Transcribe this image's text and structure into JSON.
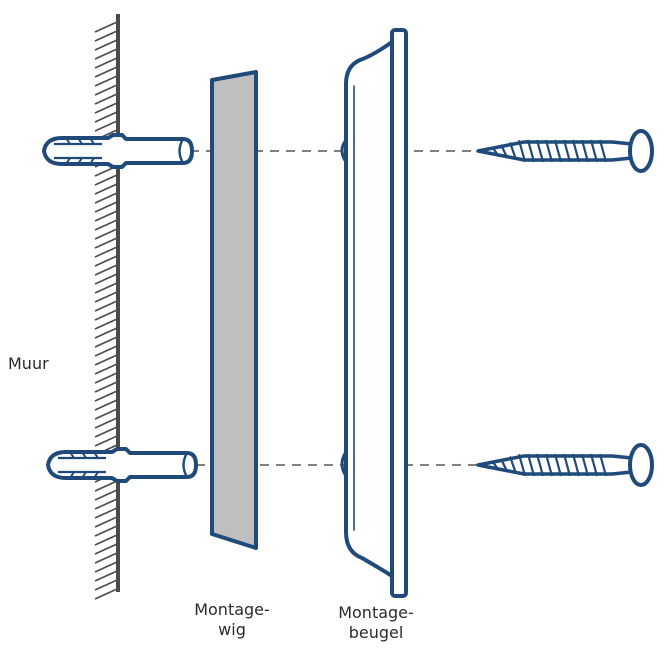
{
  "labels": {
    "wall": "Muur",
    "wedge_line1": "Montage-",
    "wedge_line2": "wig",
    "bracket_line1": "Montage-",
    "bracket_line2": "beugel"
  },
  "colors": {
    "stroke": "#1f4a7a",
    "wall": "#4a4a4a",
    "wedge_fill": "#bfbfbf",
    "guide_line": "#555555",
    "text": "#2b2b2b"
  },
  "parts": [
    "wall-plug-icon",
    "mounting-wedge-icon",
    "mounting-bracket-icon",
    "screw-icon"
  ]
}
